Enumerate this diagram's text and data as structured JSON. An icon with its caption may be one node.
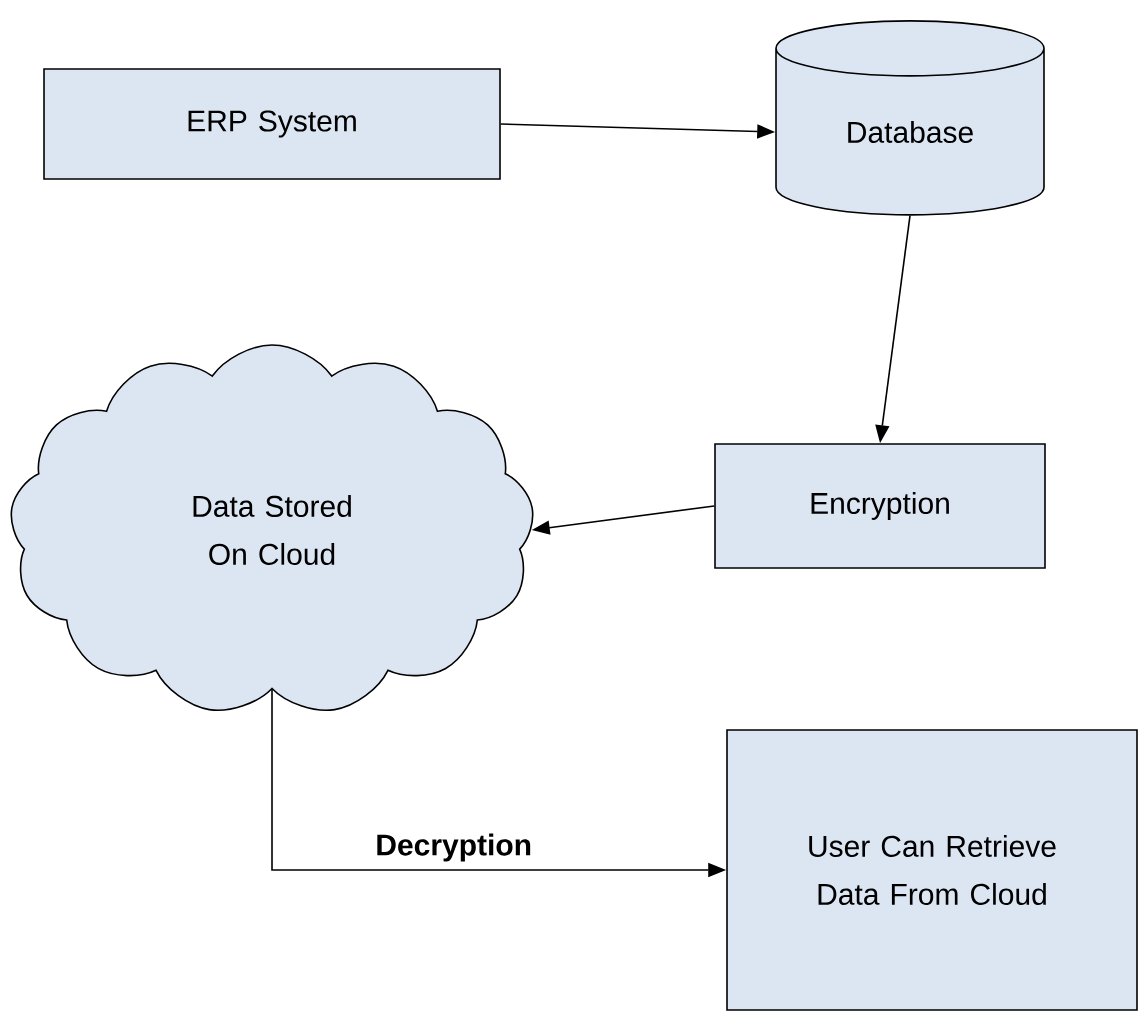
{
  "diagram": {
    "nodes": [
      {
        "text": [
          "ERP System"
        ]
      },
      {
        "text": [
          "Database"
        ]
      },
      {
        "text": [
          "Encryption"
        ]
      },
      {
        "text": [
          "Data Stored On Cloud"
        ]
      },
      {
        "text": [
          "User Can Retrieve Data From Cloud"
        ]
      }
    ],
    "edges": [
      {
        "from": 0,
        "to": 1,
        "arrow": "to"
      },
      {
        "from": 1,
        "to": 2,
        "arrow": "to"
      },
      {
        "from": 2,
        "to": 3,
        "arrow": "to"
      },
      {
        "from": 3,
        "to": 4,
        "arrow": "to",
        "label": "Decryption"
      }
    ]
  }
}
